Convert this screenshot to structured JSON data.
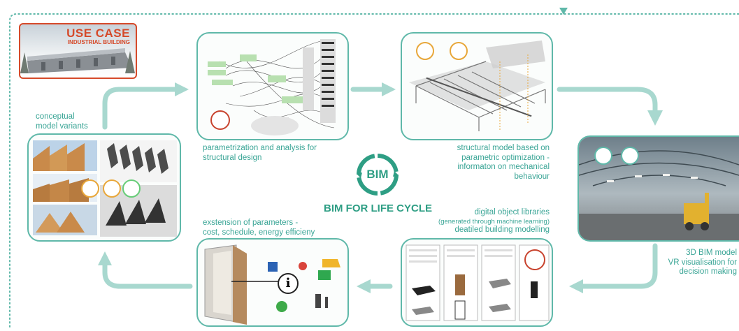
{
  "use_case": {
    "title": "USE CASE",
    "subtitle": "INDUSTRIAL BUILDING"
  },
  "center": {
    "badge": "BIM",
    "title": "BIM FOR LIFE CYCLE"
  },
  "labels": {
    "conceptual": [
      "conceptual",
      "model variants"
    ],
    "parametrization": [
      "parametrization and analysis for",
      "structural design"
    ],
    "structural": [
      "structural model based on",
      "parametric optimization -",
      "informaton on mechanical",
      "behaviour"
    ],
    "bim3d": [
      "3D BIM model",
      "VR visualisation for",
      "decision making"
    ],
    "libraries": {
      "line1": "digital object libraries",
      "line2": "(generated through machine learning)",
      "line3": "deatiled building modelling"
    },
    "extension": [
      "exstension of parameters -",
      "cost, schedule, energy efficieny"
    ]
  },
  "colors": {
    "accent": "#5fb8a9",
    "label_text": "#3aa596",
    "use_case_red": "#d64a2a",
    "badge_green": "#2e9e84"
  }
}
